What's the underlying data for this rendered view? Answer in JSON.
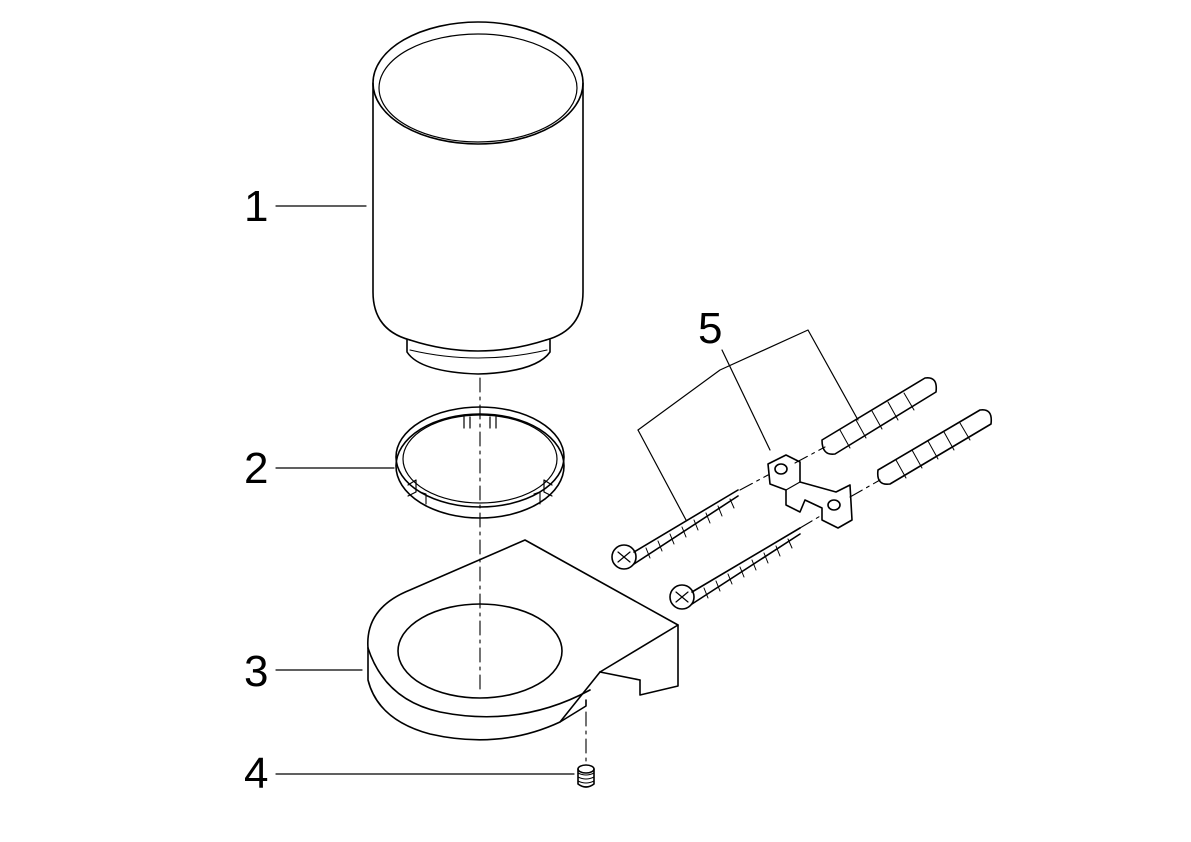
{
  "diagram": {
    "type": "exploded-parts-diagram",
    "labels": [
      {
        "id": "1",
        "text": "1"
      },
      {
        "id": "2",
        "text": "2"
      },
      {
        "id": "3",
        "text": "3"
      },
      {
        "id": "4",
        "text": "4"
      },
      {
        "id": "5",
        "text": "5"
      }
    ],
    "colors": {
      "line": "#000000",
      "background": "#ffffff"
    }
  }
}
